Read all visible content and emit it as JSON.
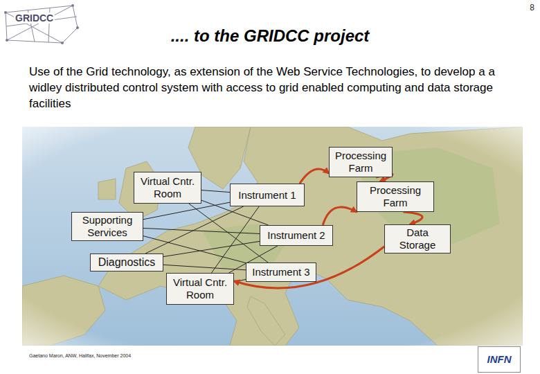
{
  "diagram": {
    "title": ".... to the GRIDCC project",
    "nodes": [
      {
        "text": [
          "Processing Farm"
        ]
      },
      {
        "text": [
          "Virtual Cntr. Room"
        ]
      },
      {
        "text": [
          "Instrument 1"
        ]
      },
      {
        "text": [
          "Processing Farm"
        ]
      },
      {
        "text": [
          "Supporting Services"
        ]
      },
      {
        "text": [
          "Instrument 2"
        ]
      },
      {
        "text": [
          "Data Storage"
        ]
      },
      {
        "text": [
          "Diagnostics"
        ]
      },
      {
        "text": [
          "Instrument 3"
        ]
      },
      {
        "text": [
          "Virtual Cntr. Room"
        ]
      }
    ],
    "edges": [
      {
        "from": 1,
        "to": 2,
        "arrow": "none"
      },
      {
        "from": 1,
        "to": 5,
        "arrow": "none"
      },
      {
        "from": 1,
        "to": 8,
        "arrow": "none"
      },
      {
        "from": 4,
        "to": 2,
        "arrow": "none"
      },
      {
        "from": 4,
        "to": 5,
        "arrow": "none"
      },
      {
        "from": 4,
        "to": 8,
        "arrow": "none"
      },
      {
        "from": 7,
        "to": 2,
        "arrow": "none"
      },
      {
        "from": 7,
        "to": 5,
        "arrow": "none"
      },
      {
        "from": 7,
        "to": 8,
        "arrow": "none"
      },
      {
        "from": 9,
        "to": 2,
        "arrow": "none"
      },
      {
        "from": 9,
        "to": 5,
        "arrow": "none"
      },
      {
        "from": 9,
        "to": 8,
        "arrow": "none"
      },
      {
        "from": 2,
        "to": 0,
        "arrow": "to"
      },
      {
        "from": 5,
        "to": 3,
        "arrow": "to"
      },
      {
        "from": 0,
        "to": 3,
        "arrow": "to"
      },
      {
        "from": 3,
        "to": 6,
        "arrow": "to"
      },
      {
        "from": 6,
        "to": 9,
        "arrow": "to"
      }
    ],
    "labels": [
      "8",
      "GRIDCC",
      "Use of the Grid technology, as extension of the Web Service Technologies, to develop a a widley distributed control system with access to grid enabled computing and data storage facilities",
      "Gaetano Maron, ANW, Halifax, November 2004",
      "INFN"
    ]
  }
}
